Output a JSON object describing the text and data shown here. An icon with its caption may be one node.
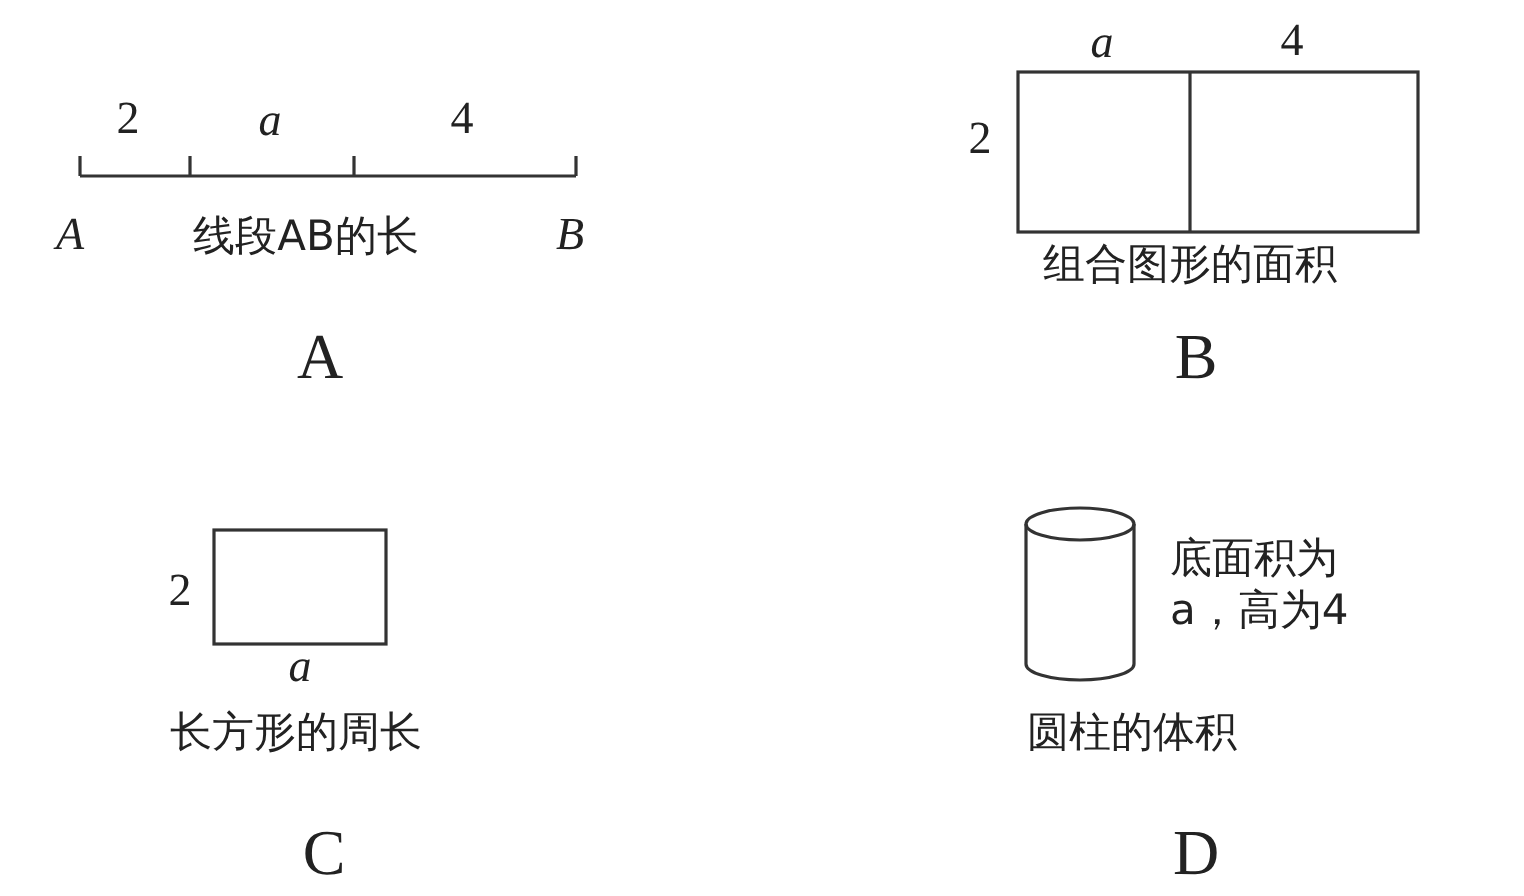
{
  "diagram": {
    "labels": [
      "2",
      "a",
      "4",
      "a",
      "4",
      "2",
      "A",
      "线段AB的长",
      "B",
      "组合图形的面积",
      "A",
      "B",
      "2",
      "a",
      "底面积为a，高为4",
      "长方形的周长",
      "圆柱的体积",
      "C",
      "D"
    ]
  }
}
